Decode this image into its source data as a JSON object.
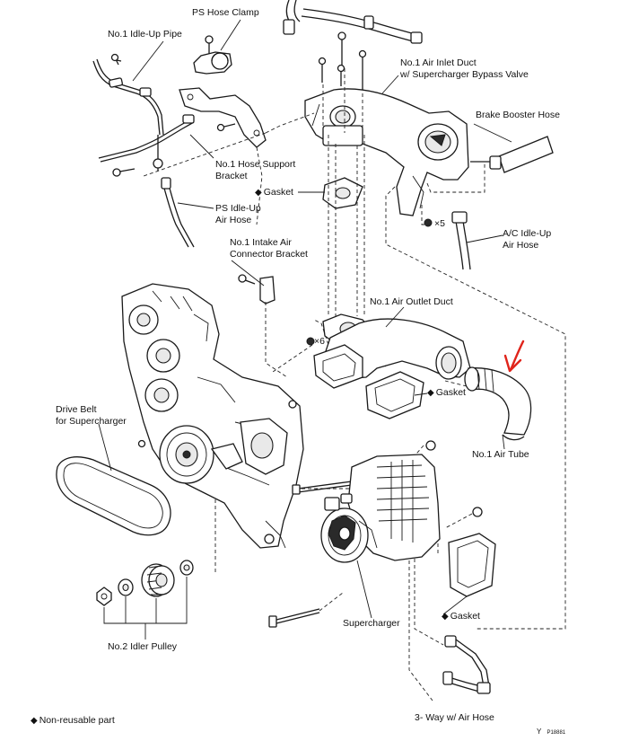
{
  "labels": {
    "ps_hose_clamp": "PS Hose Clamp",
    "idle_up_pipe": "No.1 Idle-Up Pipe",
    "air_inlet_duct_1": "No.1 Air Inlet Duct",
    "air_inlet_duct_2": "w/ Supercharger Bypass Valve",
    "brake_booster_hose": "Brake Booster Hose",
    "hose_support_bracket_1": "No.1 Hose Support",
    "hose_support_bracket_2": "Bracket",
    "gasket_top": "Gasket",
    "ps_idle_up_air_hose_1": "PS Idle-Up",
    "ps_idle_up_air_hose_2": "Air Hose",
    "bolt_count_x5": "×5",
    "ac_idle_up_air_hose_1": "A/C Idle-Up",
    "ac_idle_up_air_hose_2": "Air Hose",
    "intake_air_connector_bracket_1": "No.1 Intake Air",
    "intake_air_connector_bracket_2": "Connector Bracket",
    "air_outlet_duct": "No.1 Air Outlet Duct",
    "bolt_count_x6": "×6",
    "gasket_middle": "Gasket",
    "air_tube": "No.1 Air Tube",
    "drive_belt_1": "Drive Belt",
    "drive_belt_2": "for Supercharger",
    "supercharger": "Supercharger",
    "gasket_bottom": "Gasket",
    "idler_pulley": "No.2 Idler Pulley",
    "three_way_air_hose": "3- Way w/ Air Hose",
    "non_reusable_part": "Non-reusable part",
    "figure_code_letter": "Y",
    "figure_code": "P18881"
  },
  "symbols": {
    "non_reusable_marker": "◆",
    "annotation_arrow_color": "#e0241b"
  }
}
